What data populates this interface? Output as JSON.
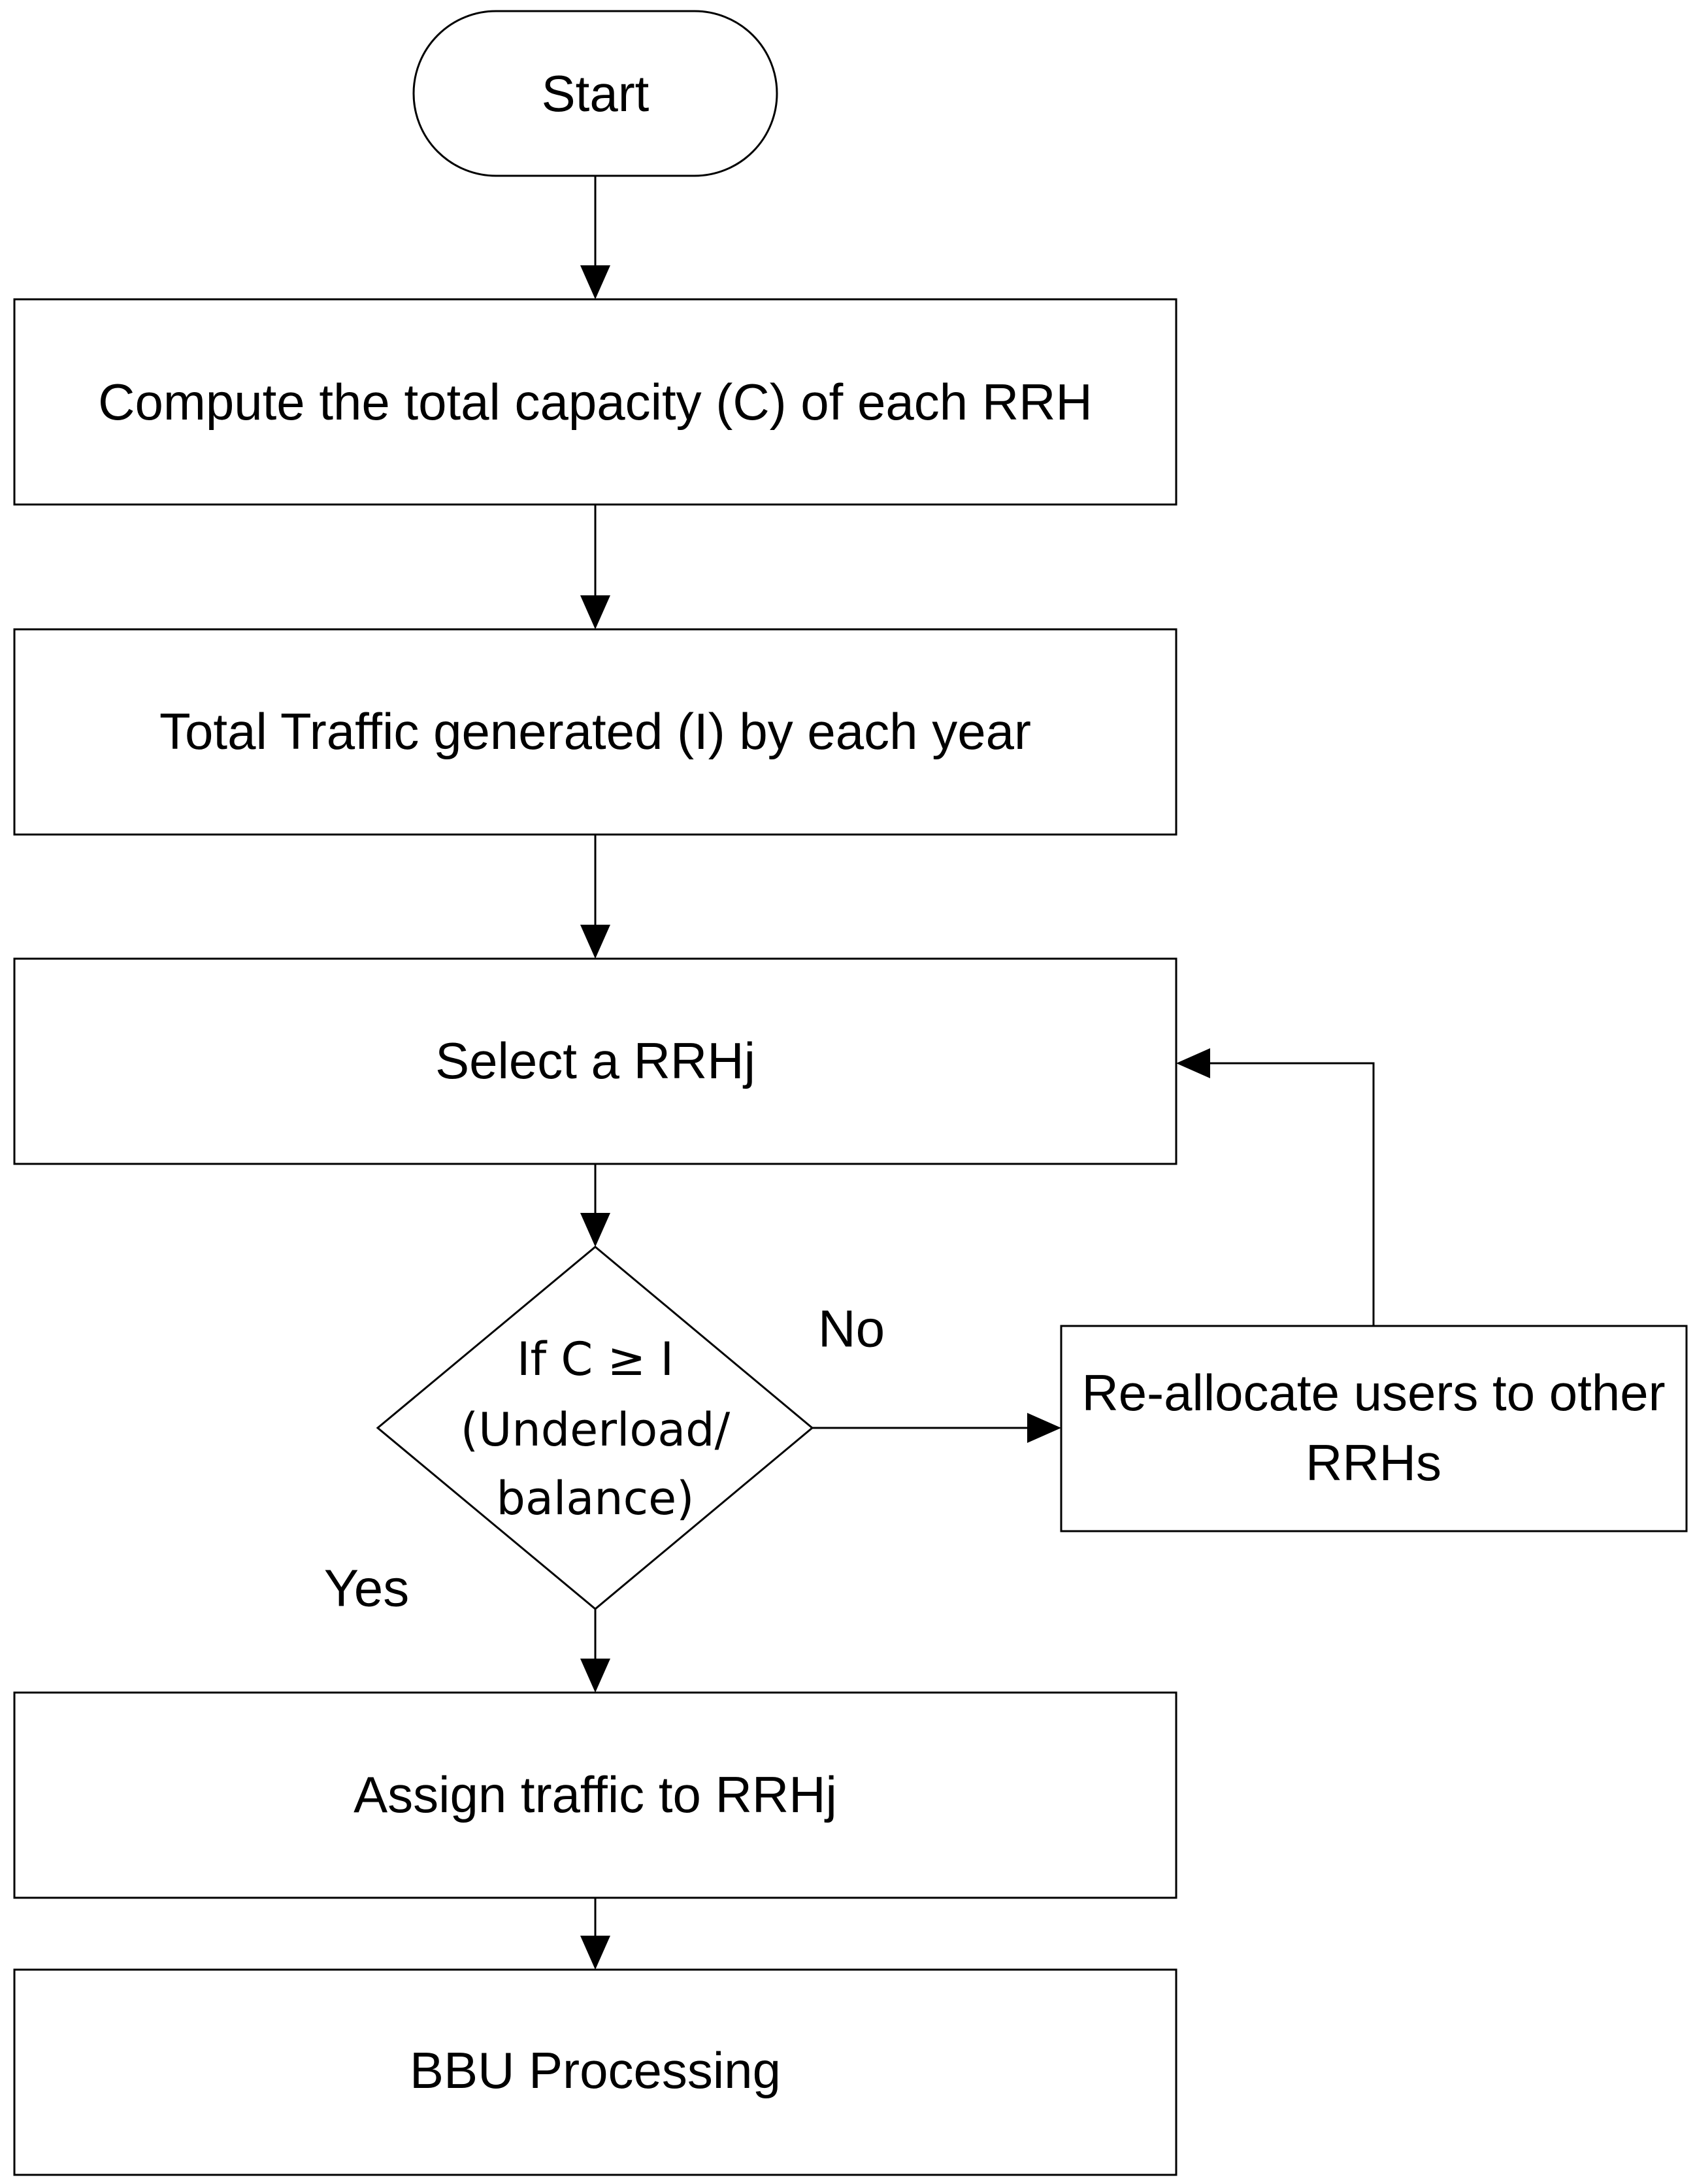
{
  "flowchart": {
    "start": "Start",
    "compute_capacity": "Compute the total capacity (C) of each RRH",
    "total_traffic": "Total Traffic generated (I) by each year",
    "select_rrh": "Select a RRHj",
    "decision": {
      "line1": "If C ≥ I",
      "line2": "(Underload/",
      "line3": "balance)"
    },
    "branch_no": "No",
    "branch_yes": "Yes",
    "reallocate": {
      "line1": "Re-allocate users to other",
      "line2": "RRHs"
    },
    "assign_traffic": "Assign traffic to RRHj",
    "bbu_processing": "BBU Processing"
  }
}
